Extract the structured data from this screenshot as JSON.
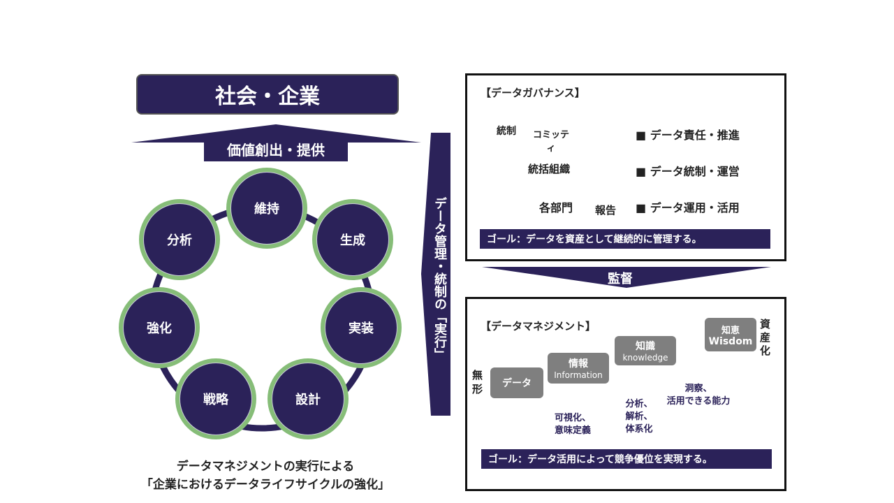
{
  "left": {
    "title": "社会・企業",
    "value_label": "価値創出・提供",
    "cycle": [
      "維持",
      "生成",
      "実装",
      "設計",
      "戦略",
      "強化",
      "分析"
    ],
    "caption_line1": "データマネジメントの実行による",
    "caption_line2": "「企業におけるデータライフサイクルの強化」"
  },
  "vertical_banner": "データ管理・統制の「実行」",
  "governance": {
    "title": "【データガバナンス】",
    "control": "統制",
    "report": "報告",
    "pyramid": [
      "コミッティ",
      "統括組織",
      "各部門"
    ],
    "roles": [
      "■ データ責任・推進",
      "■ データ統制・運営",
      "■ データ運用・活用"
    ],
    "goal": "ゴール：データを資産として継続的に管理する。"
  },
  "oversight": "監督",
  "management": {
    "title": "【データマネジメント】",
    "intangible": "無形",
    "asset": "資産化",
    "steps": [
      {
        "jp": "データ",
        "en": ""
      },
      {
        "jp": "情報",
        "en": "Information"
      },
      {
        "jp": "知識",
        "en": "knowledge"
      },
      {
        "jp": "知恵",
        "en": "Wisdom"
      }
    ],
    "notes": [
      "可視化、\n意味定義",
      "分析、\n解析、\n体系化",
      "洞察、\n活用できる能力"
    ],
    "goal": "ゴール：データ活用によって競争優位を実現する。"
  },
  "colors": {
    "navy": "#2b2259",
    "green": "#86bd78",
    "gray": "#7f7f7f"
  }
}
